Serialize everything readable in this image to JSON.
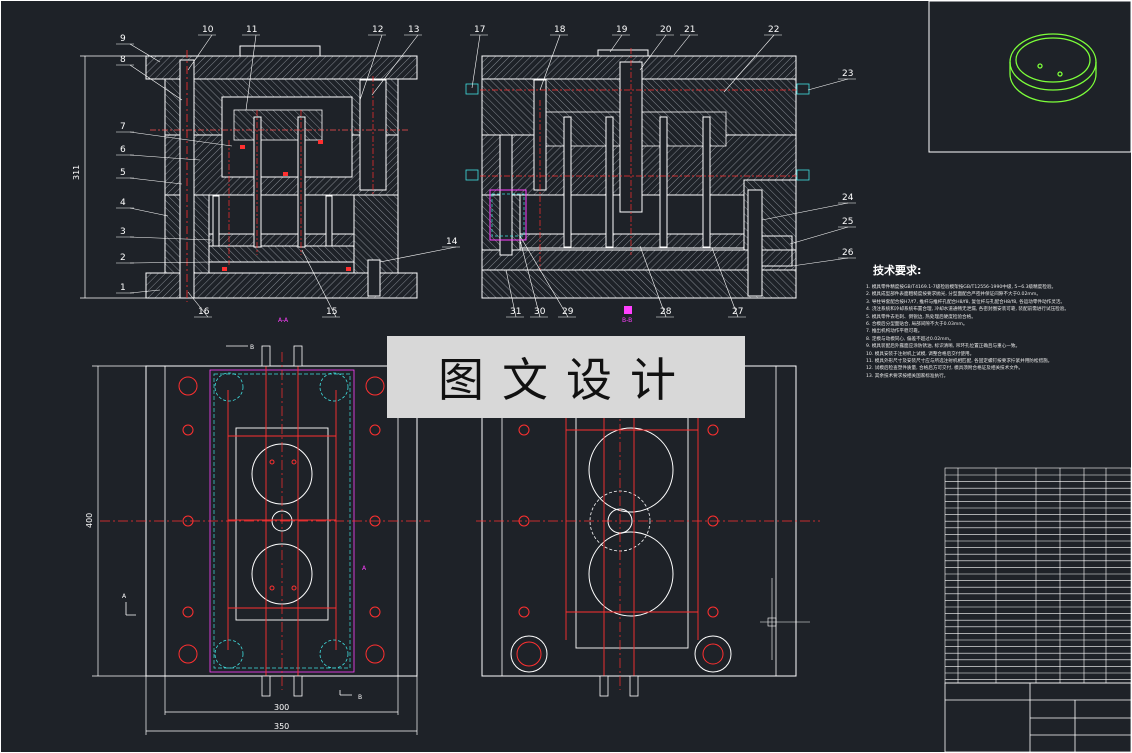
{
  "drawing": {
    "part_numbers_left": [
      "1",
      "2",
      "3",
      "4",
      "5",
      "6",
      "7",
      "8",
      "9",
      "10",
      "11",
      "12",
      "13",
      "14",
      "15",
      "16"
    ],
    "part_numbers_right": [
      "17",
      "18",
      "19",
      "20",
      "21",
      "22",
      "23",
      "24",
      "25",
      "26",
      "27",
      "28",
      "29",
      "30",
      "31"
    ],
    "section_labels": [
      "A-A",
      "B-B"
    ],
    "view_markers": [
      "A",
      "A",
      "B",
      "B"
    ],
    "dimensions": {
      "height_left": "311",
      "height_plan": "400",
      "width_inner": "300",
      "width_outer": "350"
    },
    "colors": {
      "background": "#1e2228",
      "outline": "#ffffff",
      "hatch": "#9aa0a8",
      "centerline": "#ff3030",
      "accent_magenta": "#ff40ff",
      "accent_cyan": "#40e0e0",
      "accent_yellow": "#ffff40",
      "part_green": "#7cff3a"
    }
  },
  "watermark": {
    "text": "图文设计"
  },
  "tech_requirements": {
    "title": "技术要求:",
    "notes": [
      "1. 模具零件精度按GB/T4169.1-7级检验模架按GB/T12556-1990中级, 5~6.3级精度检验。",
      "2. 模具成型部件表面粗糙度按要求抛光, 分型面配合严密并保证间隙不大于0.02mm。",
      "3. 导柱导套配合按H7/f7, 推杆与推杆孔配合H8/f8, 复位杆与孔配合H8/f8, 各运动零件动作灵活。",
      "4. 浇注系统和冷却系统布置合理, 冷却水道通畅无泄漏, 各密封圈安装可靠, 装配前需进行试压检验。",
      "5. 模具零件去毛刺、倒锐边, 热处理后硬度检验合格。",
      "6. 合模后分型面贴合, 局部间隙不大于0.03mm。",
      "7. 推出机构动作平稳可靠。",
      "8. 定模与动模同心, 偏差不超过0.02mm。",
      "9. 模具装配后外露面应涂防锈油, 标识清晰, 吊环孔位置正确且与重心一致。",
      "10. 模具安装于注射机上试模, 调整合格后交付使用。",
      "11. 模具外形尺寸及安装尺寸应与所选注射机相匹配, 各固定螺钉按要求拧紧并用防松措施。",
      "12. 试模后检查塑件质量, 合格后方可交付, 模具须附合格证及相关技术文件。",
      "13. 其余技术要求按相关国家标准执行。"
    ]
  }
}
